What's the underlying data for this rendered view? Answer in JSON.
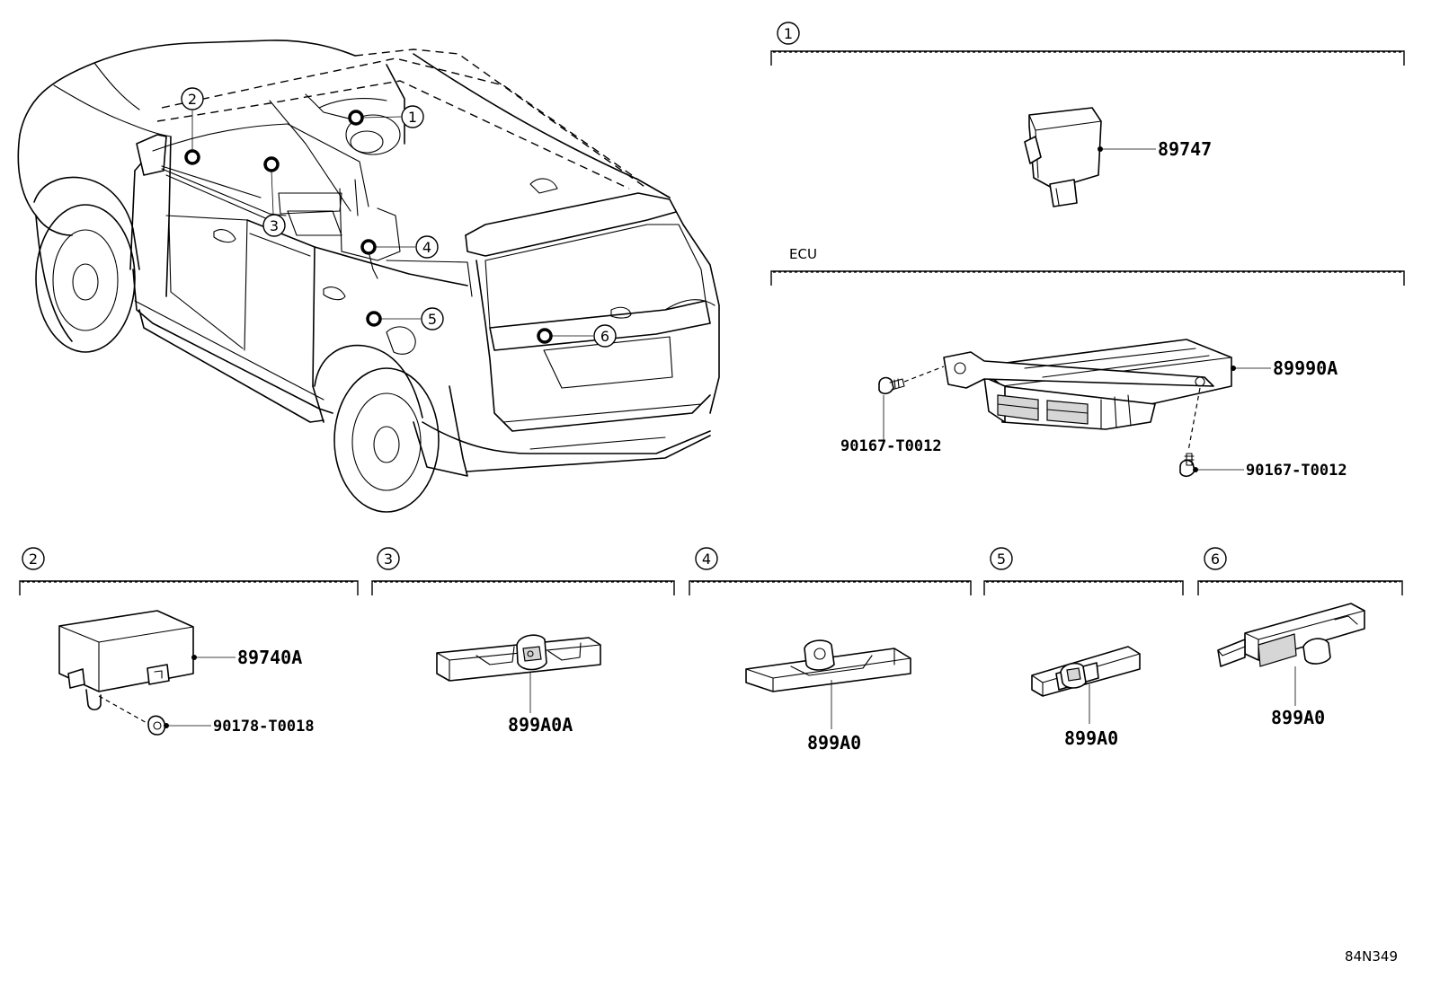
{
  "callouts": [
    "1",
    "2",
    "3",
    "4",
    "5",
    "6"
  ],
  "sections": {
    "s1": {
      "ref": "1",
      "parts": [
        "89747"
      ]
    },
    "ecu": {
      "caption": "ECU",
      "parts": [
        "89990A",
        "90167-T0012",
        "90167-T0012"
      ]
    },
    "s2": {
      "ref": "2",
      "parts": [
        "89740A",
        "90178-T0018"
      ]
    },
    "s3": {
      "ref": "3",
      "parts": [
        "899A0A"
      ]
    },
    "s4": {
      "ref": "4",
      "parts": [
        "899A0"
      ]
    },
    "s5": {
      "ref": "5",
      "parts": [
        "899A0"
      ]
    },
    "s6": {
      "ref": "6",
      "parts": [
        "899A0"
      ]
    }
  },
  "diagram_code": "84N349",
  "icons": [
    "vehicle-cutaway-illustration",
    "sensor-module-icon",
    "ecu-module-icon",
    "bolt-icon",
    "clip-icon",
    "antenna-icon"
  ]
}
